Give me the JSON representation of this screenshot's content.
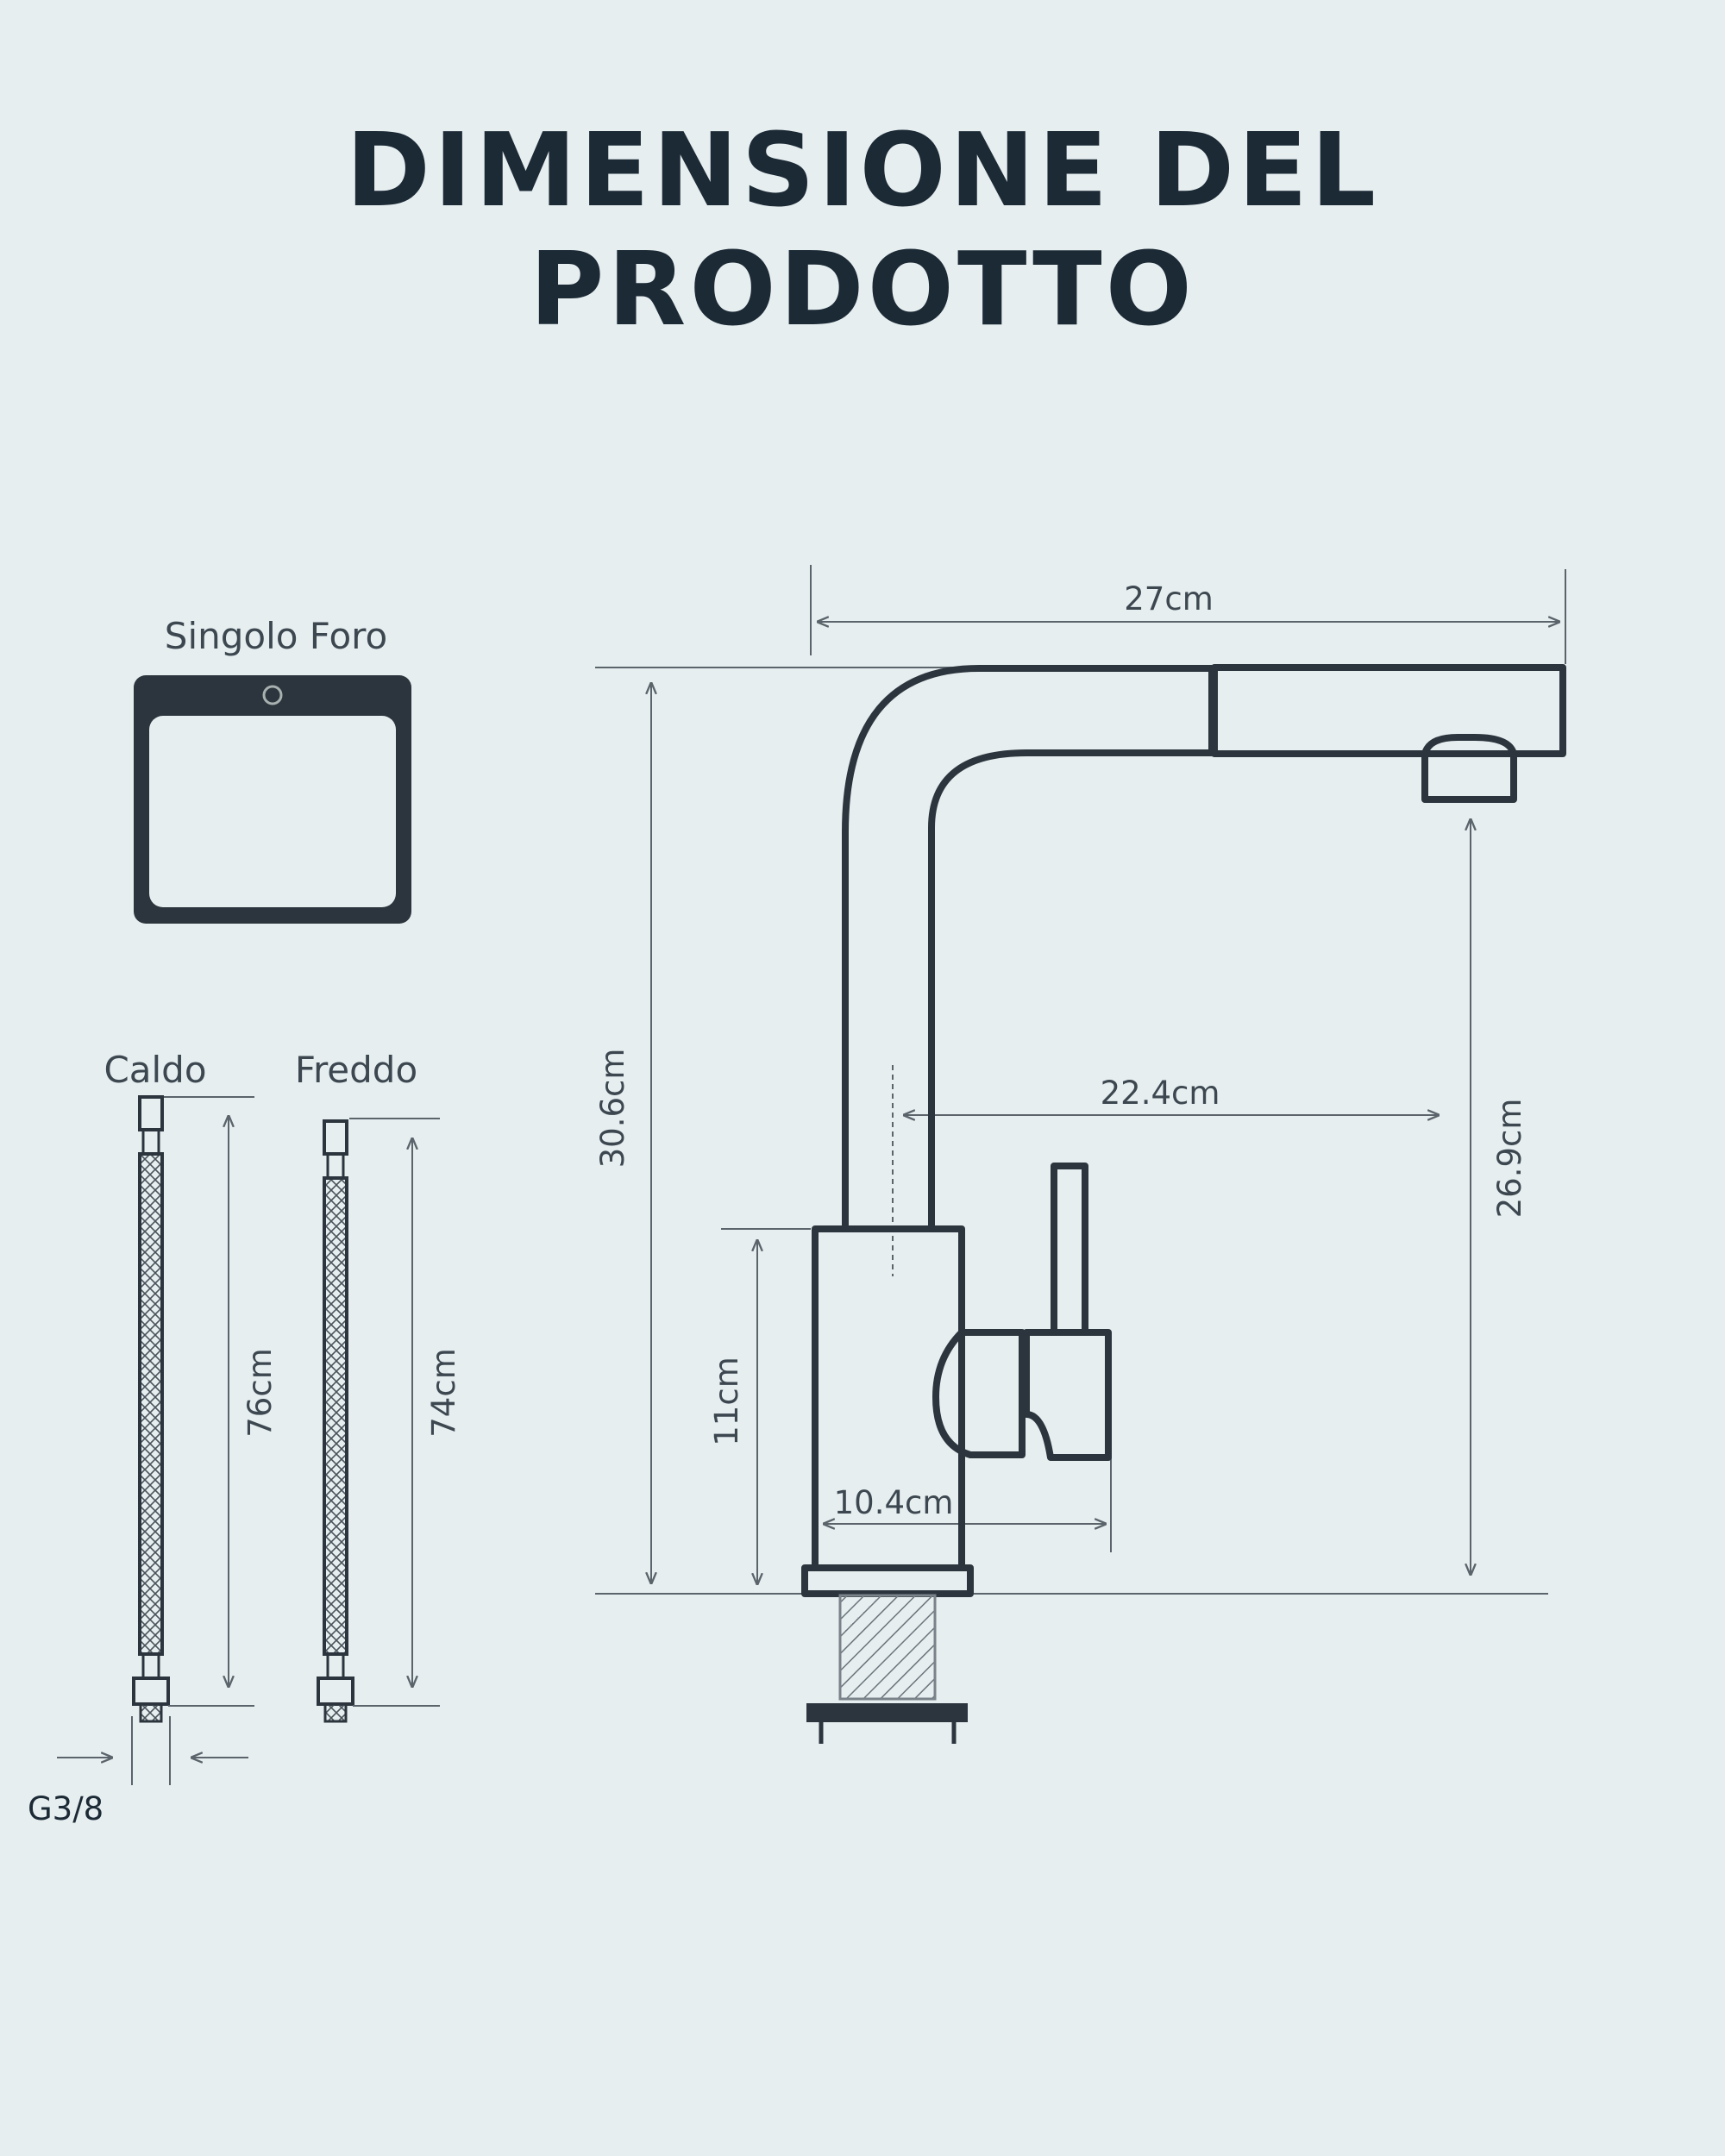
{
  "title": "DIMENSIONE DEL PRODOTTO",
  "sink": {
    "label": "Singolo Foro"
  },
  "hoses": {
    "hot_label": "Caldo",
    "cold_label": "Freddo",
    "hot_length": "76cm",
    "cold_length": "74cm",
    "thread": "G3/8"
  },
  "faucet": {
    "total_width": "27cm",
    "total_height": "30.6cm",
    "spout_reach": "22.4cm",
    "spout_clearance": "26.9cm",
    "body_height": "11cm",
    "base_width": "10.4cm"
  },
  "colors": {
    "ink": "#2c353d",
    "line": "#5b646b",
    "background": "#e6eef0",
    "title": "#1c2a36"
  }
}
